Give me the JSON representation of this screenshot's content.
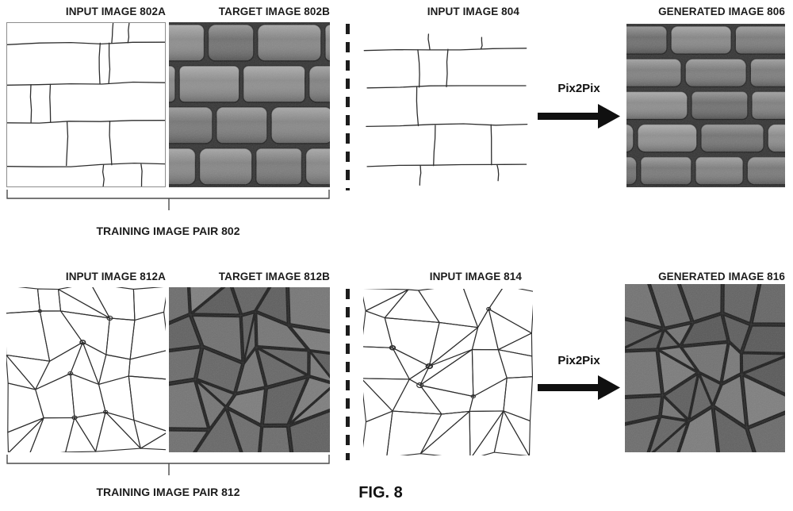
{
  "figure": {
    "caption": "FIG. 8",
    "ink_color": "#1b1b1b"
  },
  "rows": [
    {
      "input_label": "INPUT IMAGE 802A",
      "target_label": "TARGET IMAGE 802B",
      "pair_label": "TRAINING IMAGE PAIR 802",
      "test_input_label": "INPUT IMAGE 804",
      "arrow_label": "Pix2Pix",
      "generated_label": "GENERATED IMAGE 806",
      "texture_style": "brick"
    },
    {
      "input_label": "INPUT IMAGE 812A",
      "target_label": "TARGET IMAGE 812B",
      "pair_label": "TRAINING IMAGE PAIR 812",
      "test_input_label": "INPUT IMAGE 814",
      "arrow_label": "Pix2Pix",
      "generated_label": "GENERATED IMAGE 816",
      "texture_style": "stone"
    }
  ]
}
